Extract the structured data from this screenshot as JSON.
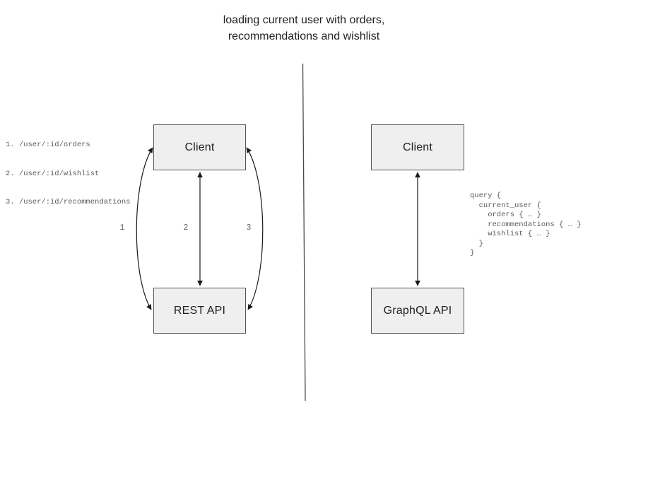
{
  "title": {
    "line1": "loading current user with orders,",
    "line2": "recommendations and wishlist"
  },
  "rest_panel": {
    "client_label": "Client",
    "api_label": "REST API",
    "endpoints": [
      "1. /user/:id/orders",
      "2. /user/:id/wishlist",
      "3. /user/:id/recommendations"
    ],
    "arrow_labels": [
      "1",
      "2",
      "3"
    ]
  },
  "graphql_panel": {
    "client_label": "Client",
    "api_label": "GraphQL API",
    "query": "query {\n  current_user {\n    orders { … }\n    recommendations { … }\n    wishlist { … }\n  }\n}"
  },
  "colors": {
    "box_fill": "#efefef",
    "box_border": "#545454",
    "arrow": "#1a1a1a",
    "divider": "#4a4a4a",
    "code_text": "#5c5c5c",
    "label_text": "#666666",
    "title_text": "#1f1f1f",
    "background": "#ffffff"
  }
}
